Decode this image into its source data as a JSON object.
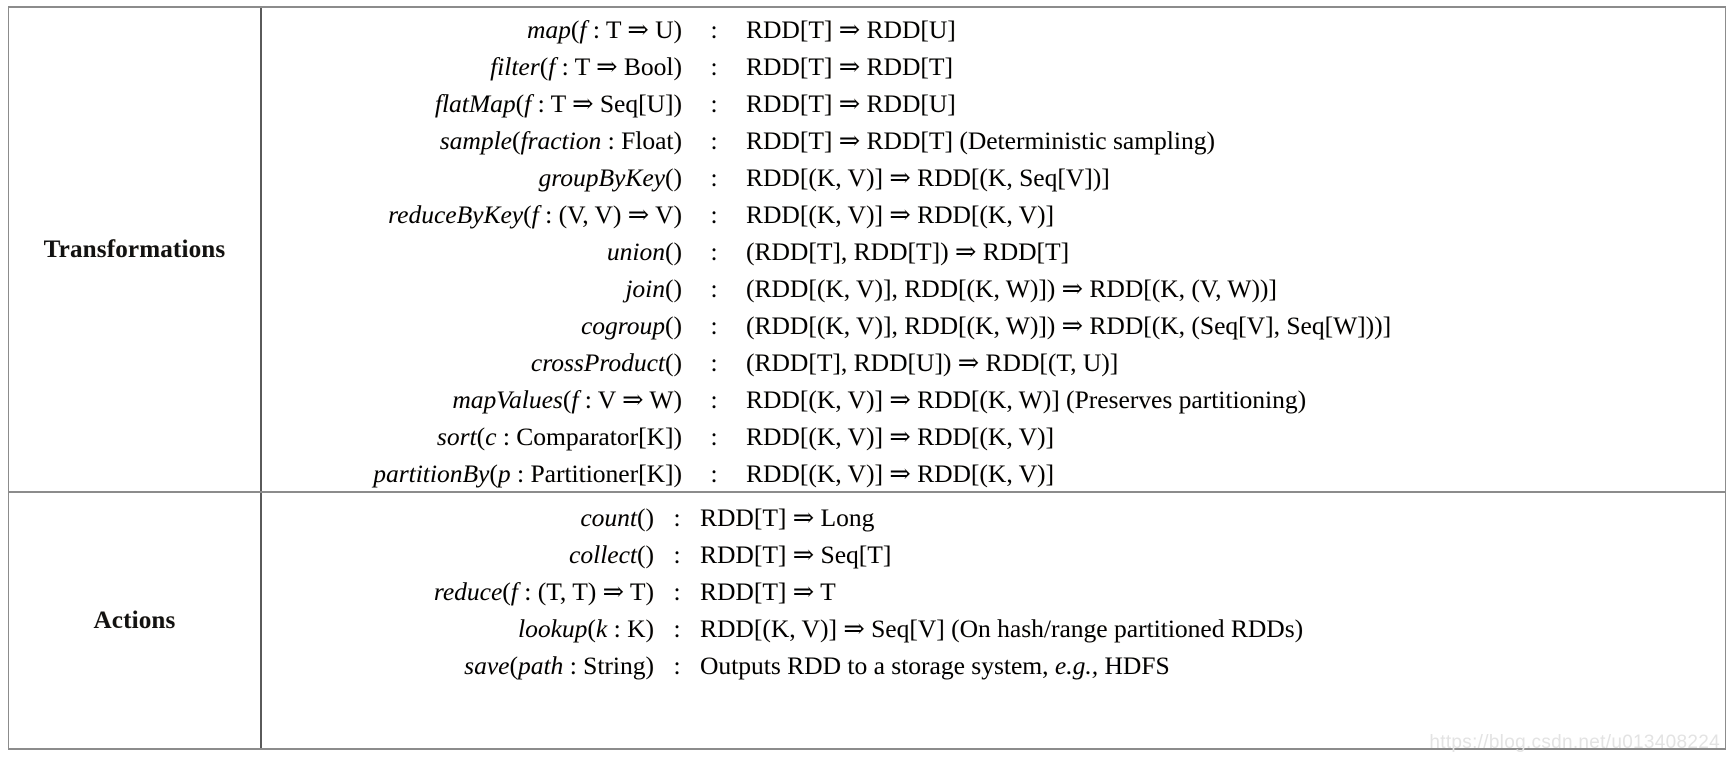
{
  "table": {
    "sections": [
      {
        "label": "Transformations",
        "rows": [
          {
            "signature": "map(f : T ⇒ U)",
            "colon": ":",
            "type": "RDD[T] ⇒ RDD[U]"
          },
          {
            "signature": "filter(f : T ⇒ Bool)",
            "colon": ":",
            "type": "RDD[T] ⇒ RDD[T]"
          },
          {
            "signature": "flatMap(f : T ⇒ Seq[U])",
            "colon": ":",
            "type": "RDD[T] ⇒ RDD[U]"
          },
          {
            "signature": "sample(fraction : Float)",
            "colon": ":",
            "type": "RDD[T] ⇒ RDD[T]  (Deterministic sampling)"
          },
          {
            "signature": "groupByKey()",
            "colon": ":",
            "type": "RDD[(K, V)] ⇒ RDD[(K, Seq[V])]"
          },
          {
            "signature": "reduceByKey(f : (V, V) ⇒ V)",
            "colon": ":",
            "type": "RDD[(K, V)] ⇒ RDD[(K, V)]"
          },
          {
            "signature": "union()",
            "colon": ":",
            "type": "(RDD[T], RDD[T]) ⇒ RDD[T]"
          },
          {
            "signature": "join()",
            "colon": ":",
            "type": "(RDD[(K, V)], RDD[(K, W)]) ⇒ RDD[(K, (V, W))]"
          },
          {
            "signature": "cogroup()",
            "colon": ":",
            "type": "(RDD[(K, V)], RDD[(K, W)]) ⇒ RDD[(K, (Seq[V], Seq[W]))]"
          },
          {
            "signature": "crossProduct()",
            "colon": ":",
            "type": "(RDD[T], RDD[U]) ⇒ RDD[(T, U)]"
          },
          {
            "signature": "mapValues(f : V ⇒ W)",
            "colon": ":",
            "type": "RDD[(K, V)] ⇒ RDD[(K, W)]  (Preserves partitioning)"
          },
          {
            "signature": "sort(c : Comparator[K])",
            "colon": ":",
            "type": "RDD[(K, V)] ⇒ RDD[(K, V)]"
          },
          {
            "signature": "partitionBy(p : Partitioner[K])",
            "colon": ":",
            "type": "RDD[(K, V)] ⇒ RDD[(K, V)]"
          }
        ]
      },
      {
        "label": "Actions",
        "rows": [
          {
            "signature": "count()",
            "colon": ":",
            "type": "RDD[T] ⇒ Long"
          },
          {
            "signature": "collect()",
            "colon": ":",
            "type": "RDD[T] ⇒ Seq[T]"
          },
          {
            "signature": "reduce(f : (T, T) ⇒ T)",
            "colon": ":",
            "type": "RDD[T] ⇒ T"
          },
          {
            "signature": "lookup(k : K)",
            "colon": ":",
            "type": "RDD[(K, V)] ⇒ Seq[V]  (On hash/range partitioned RDDs)"
          },
          {
            "signature": "save(path : String)",
            "colon": ":",
            "type": "Outputs RDD to a storage system, e.g., HDFS"
          }
        ]
      }
    ]
  },
  "watermark": {
    "text": "https://blog.csdn.net/u013408224"
  },
  "colors": {
    "text": "#000000",
    "rule": "#8c8c8c",
    "watermark": "#e3e3e3"
  }
}
